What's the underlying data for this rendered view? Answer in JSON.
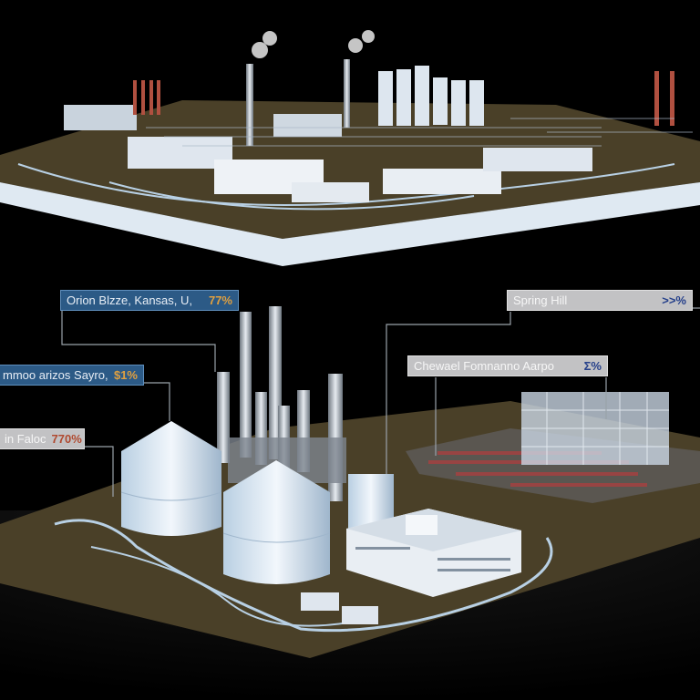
{
  "labels": [
    {
      "name": "Orion Blzze, Kansas, U,",
      "value": "77%"
    },
    {
      "name": "mmoo arizos Sayro,",
      "value": "$1%"
    },
    {
      "name": "in Faloc",
      "value": "770%"
    },
    {
      "name": "Spring Hill",
      "value": ">>%"
    },
    {
      "name": "Chewael Fomnanno Aarpo",
      "value": "Σ%"
    }
  ],
  "colors": {
    "ground": "#4a4028",
    "platform_edge": "#dfe9f2",
    "label_blue": "#2c5a86",
    "label_gray": "#c2c2c4"
  }
}
